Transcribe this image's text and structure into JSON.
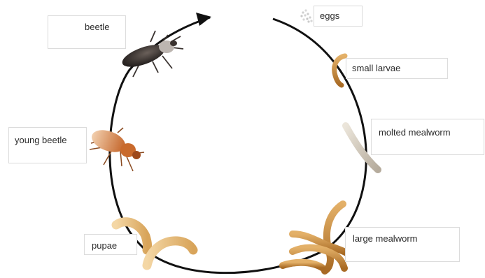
{
  "diagram": {
    "stages": [
      {
        "id": "eggs",
        "label": "eggs",
        "icon": "eggs-icon"
      },
      {
        "id": "small-larvae",
        "label": "small larvae",
        "icon": "small-larva-icon"
      },
      {
        "id": "molted-mealworm",
        "label": "molted mealworm",
        "icon": "molted-mealworm-icon"
      },
      {
        "id": "large-mealworm",
        "label": "large mealworm",
        "icon": "large-mealworm-icon"
      },
      {
        "id": "pupae",
        "label": "pupae",
        "icon": "pupae-icon"
      },
      {
        "id": "young-beetle",
        "label": "young beetle",
        "icon": "young-beetle-icon"
      },
      {
        "id": "beetle",
        "label": "beetle",
        "icon": "beetle-icon"
      }
    ],
    "colors": {
      "cycle_line": "#111111",
      "label_border": "#dcdcdc",
      "larva": "#c98a3a",
      "molted": "#cfc6b8",
      "young_beetle": "#e6b48a",
      "beetle": "#2a2523"
    }
  }
}
